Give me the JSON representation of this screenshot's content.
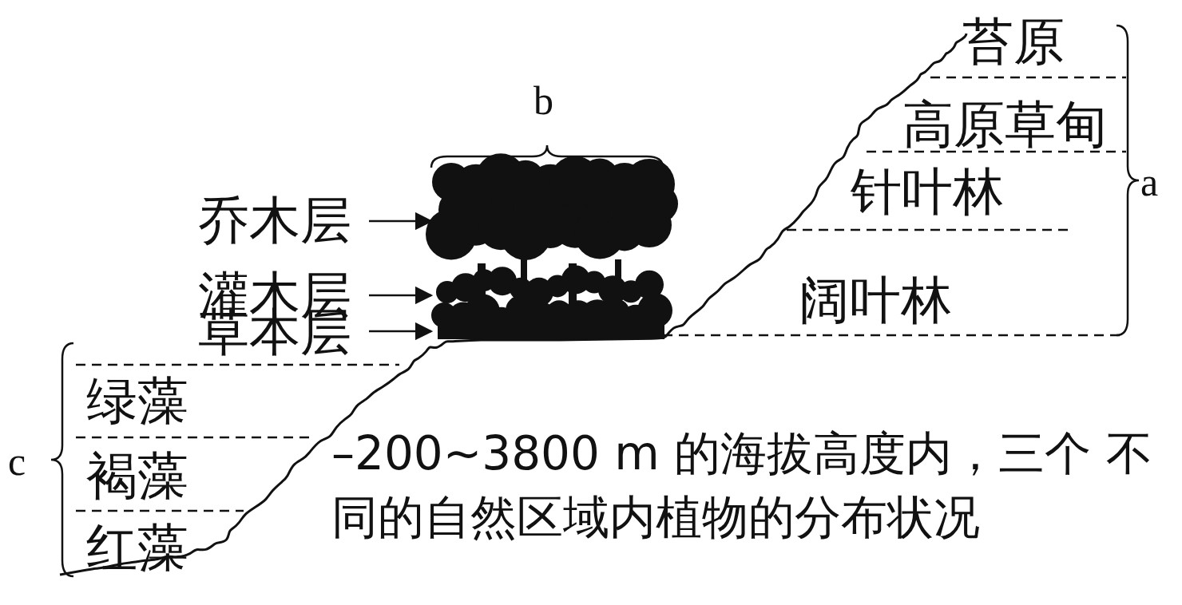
{
  "diagram": {
    "caption": "–200~3800 m 的海拔高度内，三个 不同的自然区域内植物的分布状况",
    "labels": [
      "苔原",
      "b",
      "高原草甸",
      "针叶林",
      "a",
      "乔木层",
      "灌木层",
      "阔叶林",
      "草本层",
      "绿藻",
      "c",
      "褐藻",
      "红藻"
    ]
  }
}
